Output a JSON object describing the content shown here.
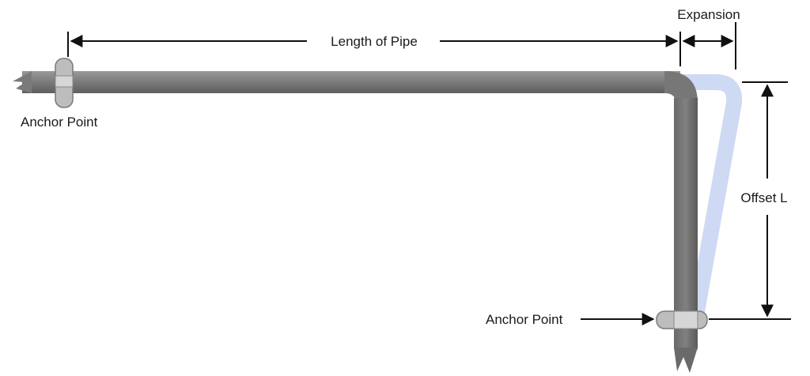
{
  "labels": {
    "length_of_pipe": "Length of Pipe",
    "expansion": "Expansion",
    "offset": "Offset L",
    "anchor_left": "Anchor Point",
    "anchor_bottom": "Anchor Point"
  },
  "colors": {
    "pipe": "#7a7a7a",
    "pipe_edge": "#555555",
    "expanded_pipe": "#c9d6f2",
    "anchor": "#bfbfbf",
    "dimension_line": "#111111"
  }
}
